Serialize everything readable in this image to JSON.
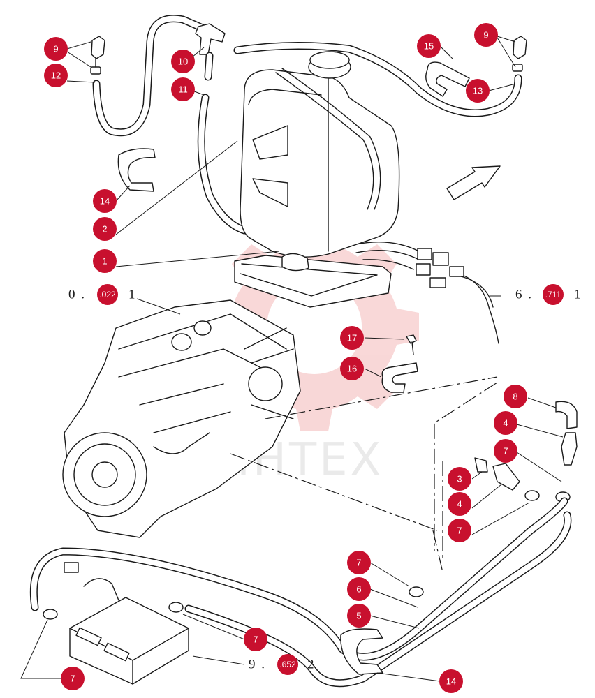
{
  "watermark": {
    "text": "ИНТЕХ",
    "color": "#f4b8b8"
  },
  "colors": {
    "callout": "#c8102e",
    "line": "#1a1a1a",
    "background": "#ffffff"
  },
  "callouts": [
    {
      "label": "9"
    },
    {
      "label": "12"
    },
    {
      "label": "10"
    },
    {
      "label": "11"
    },
    {
      "label": "15"
    },
    {
      "label": "9"
    },
    {
      "label": "13"
    },
    {
      "label": "14"
    },
    {
      "label": "2"
    },
    {
      "label": "1"
    },
    {
      "label": "17"
    },
    {
      "label": "16"
    },
    {
      "label": "8"
    },
    {
      "label": "4"
    },
    {
      "label": "7"
    },
    {
      "label": "3"
    },
    {
      "label": "4"
    },
    {
      "label": "7"
    },
    {
      "label": "7"
    },
    {
      "label": "6"
    },
    {
      "label": "5"
    },
    {
      "label": "7"
    },
    {
      "label": "7"
    },
    {
      "label": "14"
    }
  ],
  "references": [
    {
      "prefix": "0 .",
      "badge": ".022",
      "suffix": "1"
    },
    {
      "prefix": "6 .",
      "badge": ".711",
      "suffix": "1"
    },
    {
      "prefix": "9 .",
      "badge": ".652",
      "suffix": "2"
    }
  ],
  "icons": [
    "direction-arrow-icon",
    "bolt-icon",
    "hose-clamp-icon",
    "connector-icon"
  ]
}
